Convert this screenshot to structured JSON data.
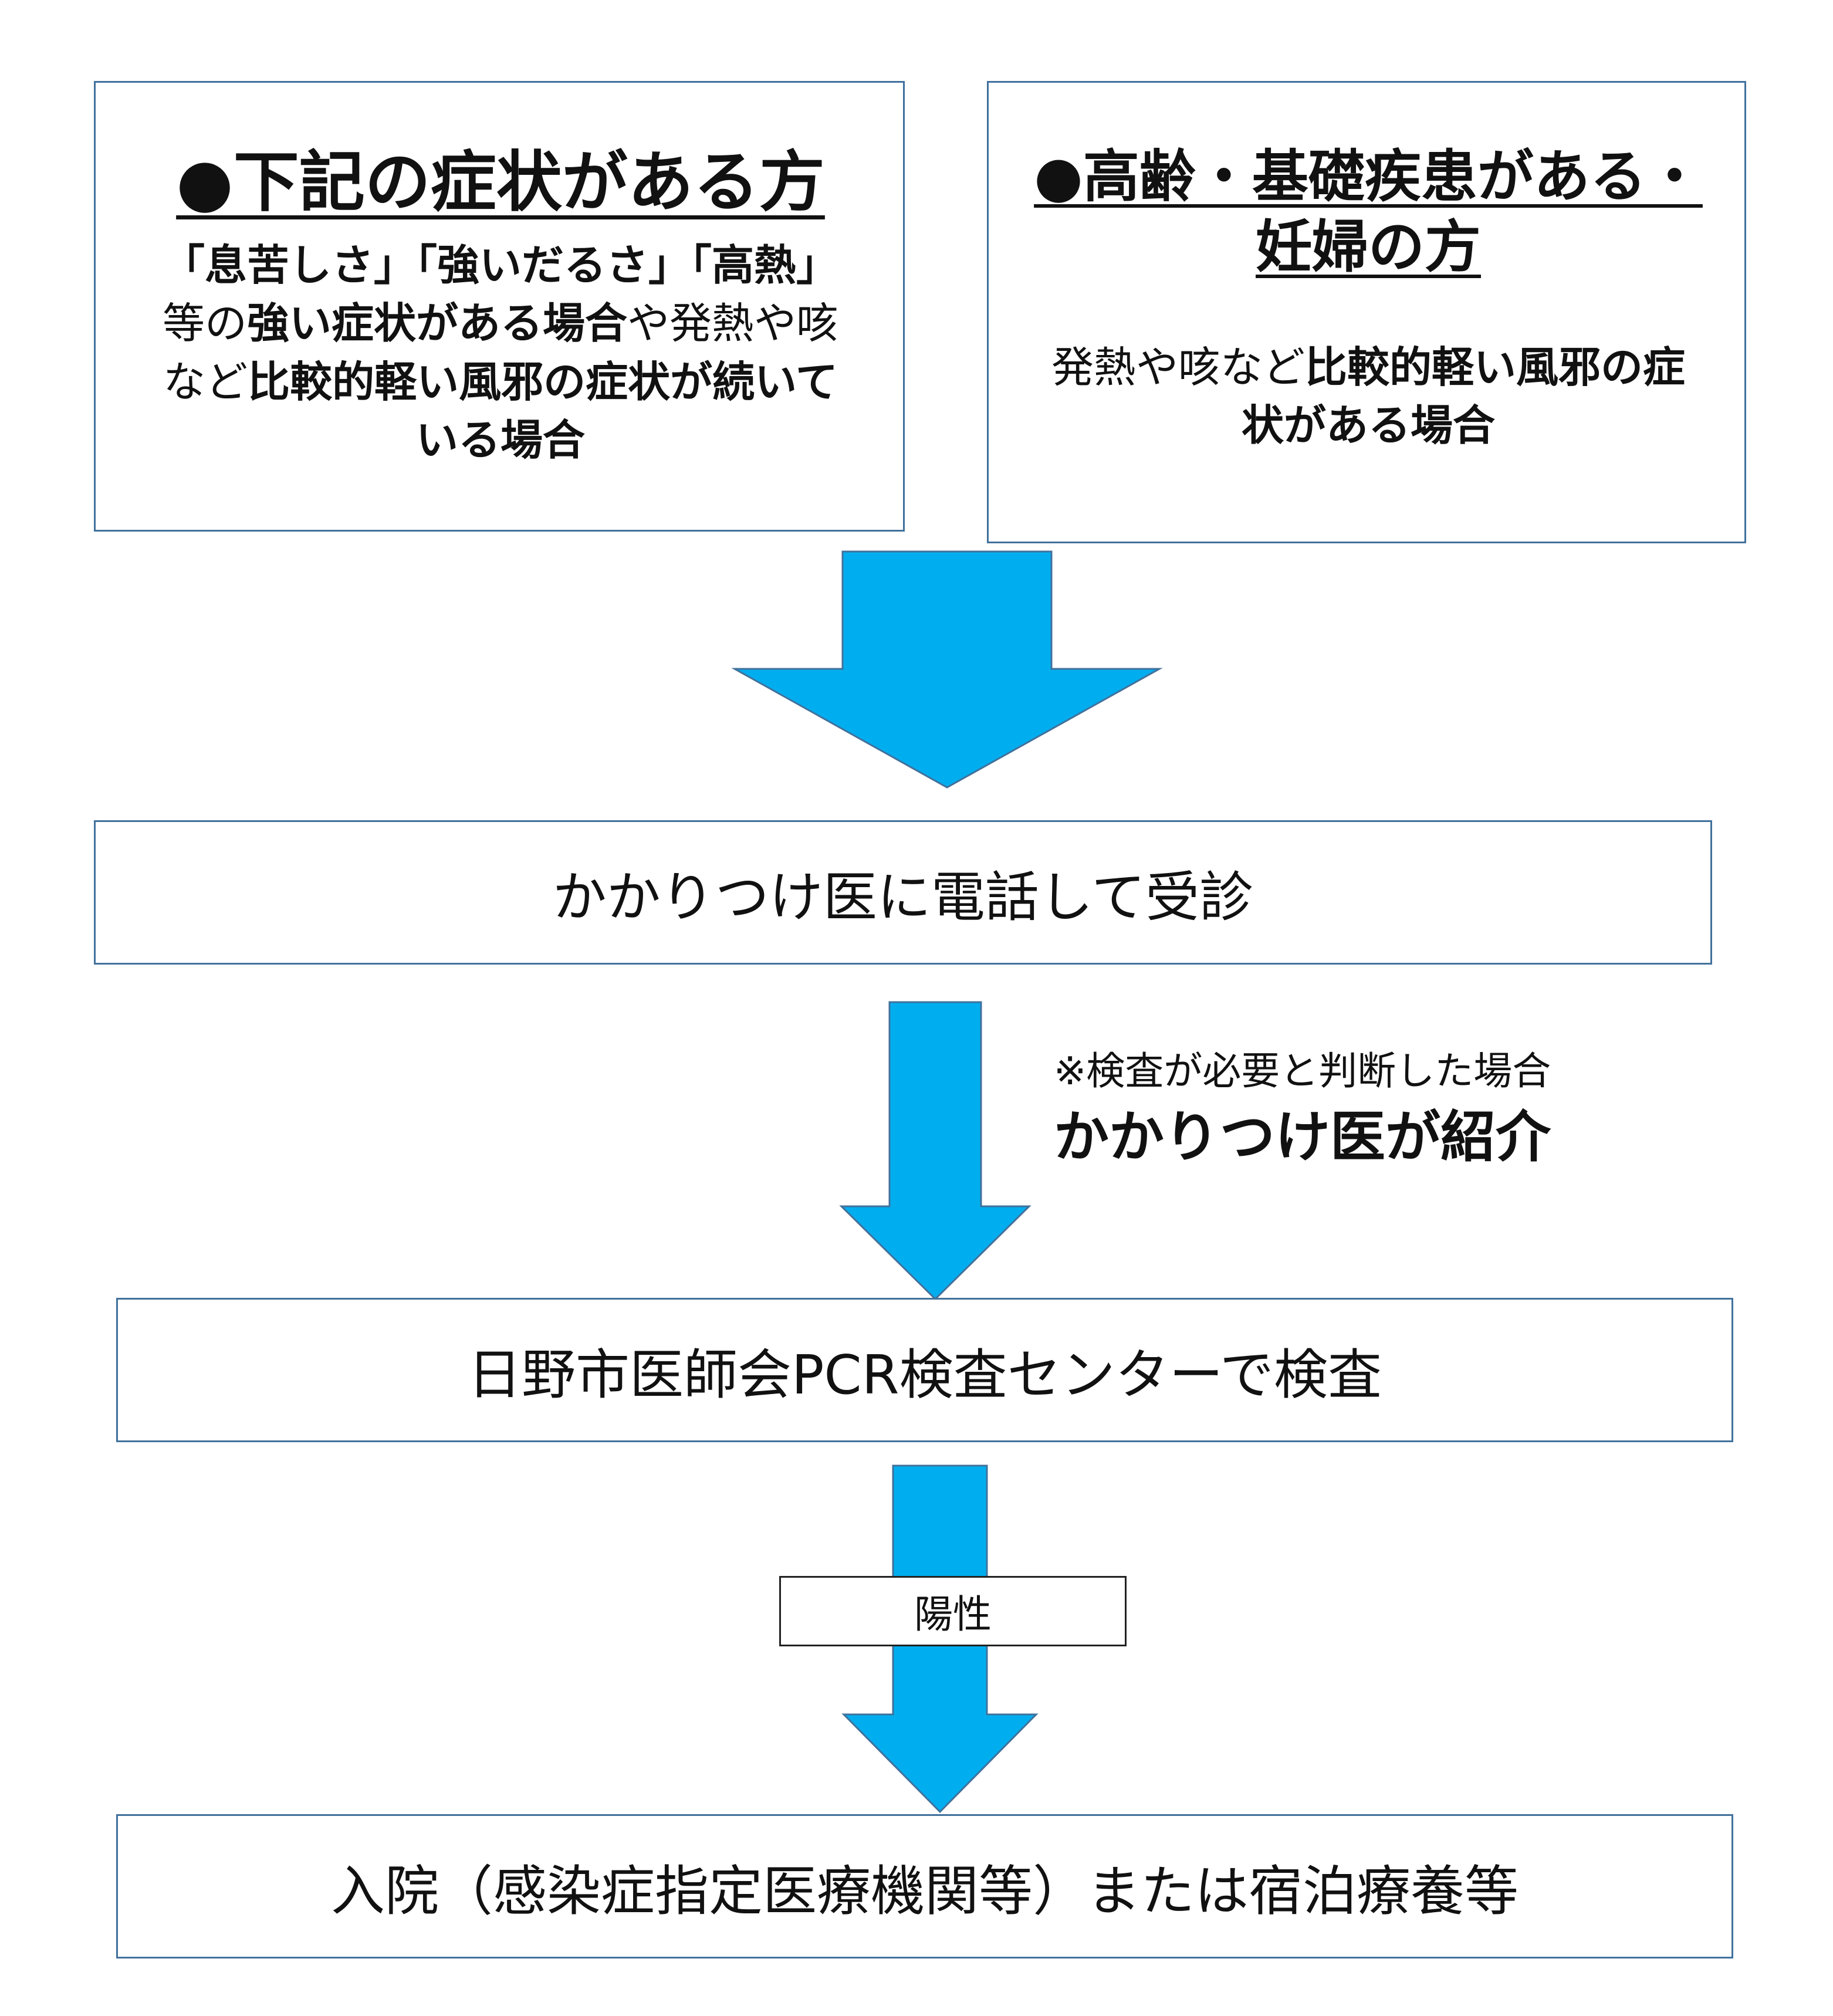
{
  "colors": {
    "arrow_fill": "#00aeef",
    "arrow_stroke": "#41719c",
    "box_border": "#41719c"
  },
  "left_box": {
    "heading": "●下記の症状がある方",
    "body": {
      "s1": "「息苦しさ」「強いだるさ」「高熱」",
      "s2": "等の",
      "s3": "強い症状がある場合",
      "s4": "や",
      "s5": "発熱や咳など",
      "s6": "比較的軽い風邪の症状が続いている場合"
    }
  },
  "right_box": {
    "heading_line1": "●高齢・基礎疾患がある・",
    "heading_line2": "妊婦の方",
    "body": {
      "s1": "発熱や咳など",
      "s2": "比較的軽い風邪の症状がある場合"
    }
  },
  "step1": "かかりつけ医に電話して受診",
  "referral_note": {
    "condition": "※検査が必要と判断した場合",
    "action": "かかりつけ医が紹介"
  },
  "step2": "日野市医師会PCR検査センターで検査",
  "positive_label": "陽性",
  "step3": "入院（感染症指定医療機関等）または宿泊療養等"
}
